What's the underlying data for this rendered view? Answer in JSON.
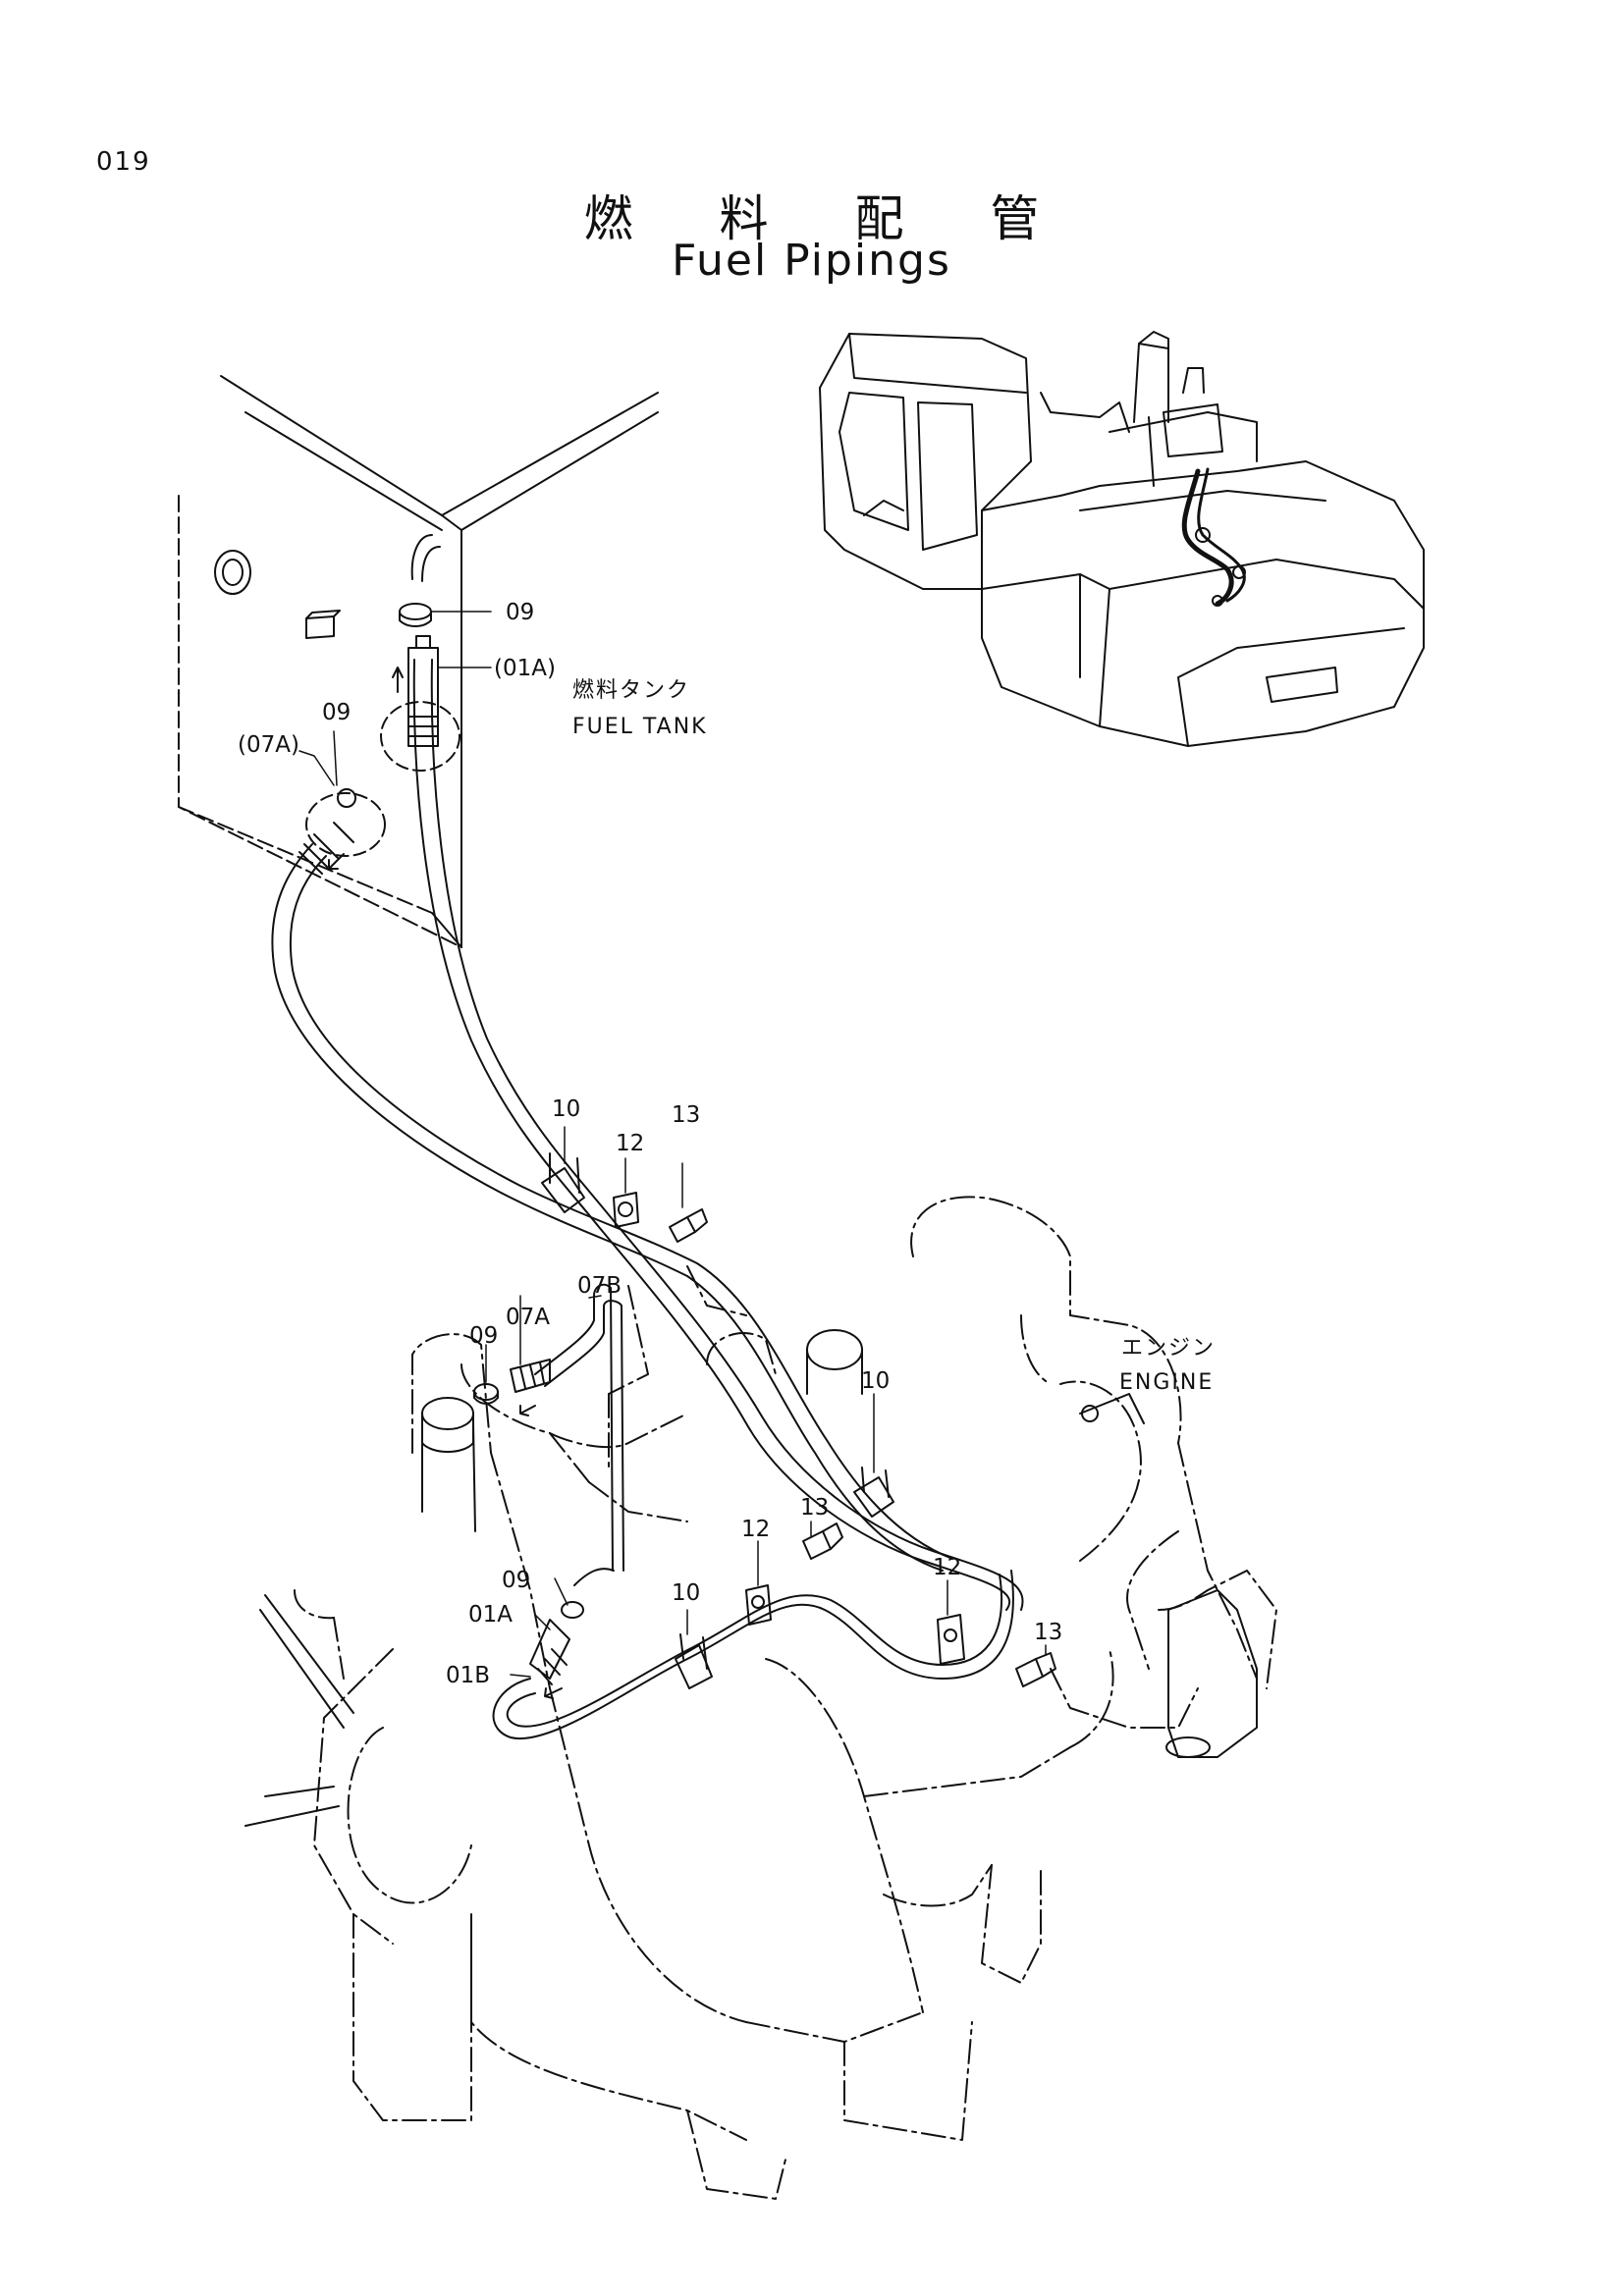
{
  "page_number": "019",
  "title_jp": "燃 料 配 管",
  "title_en": "Fuel Pipings",
  "captions": {
    "fuel_tank_jp": "燃料タンク",
    "fuel_tank_en": "FUEL TANK",
    "engine_jp": "エンジン",
    "engine_en": "ENGINE"
  },
  "callouts": {
    "tank_09_top": "09",
    "tank_01a": "(01A)",
    "tank_09_left": "09",
    "tank_07a": "(07A)",
    "clamp_10_upper": "10",
    "bolt_13_upper": "13",
    "bracket_12_upper": "12",
    "hose_07b": "07B",
    "hose_07a": "07A",
    "band_09_engine_upper": "09",
    "clamp_10_right": "10",
    "bolt_13_mid": "13",
    "bracket_12_mid": "12",
    "band_09_engine_lower": "09",
    "hose_01a": "01A",
    "clamp_10_lower": "10",
    "bracket_12_right": "12",
    "bolt_13_right": "13",
    "hose_01b": "01B"
  }
}
